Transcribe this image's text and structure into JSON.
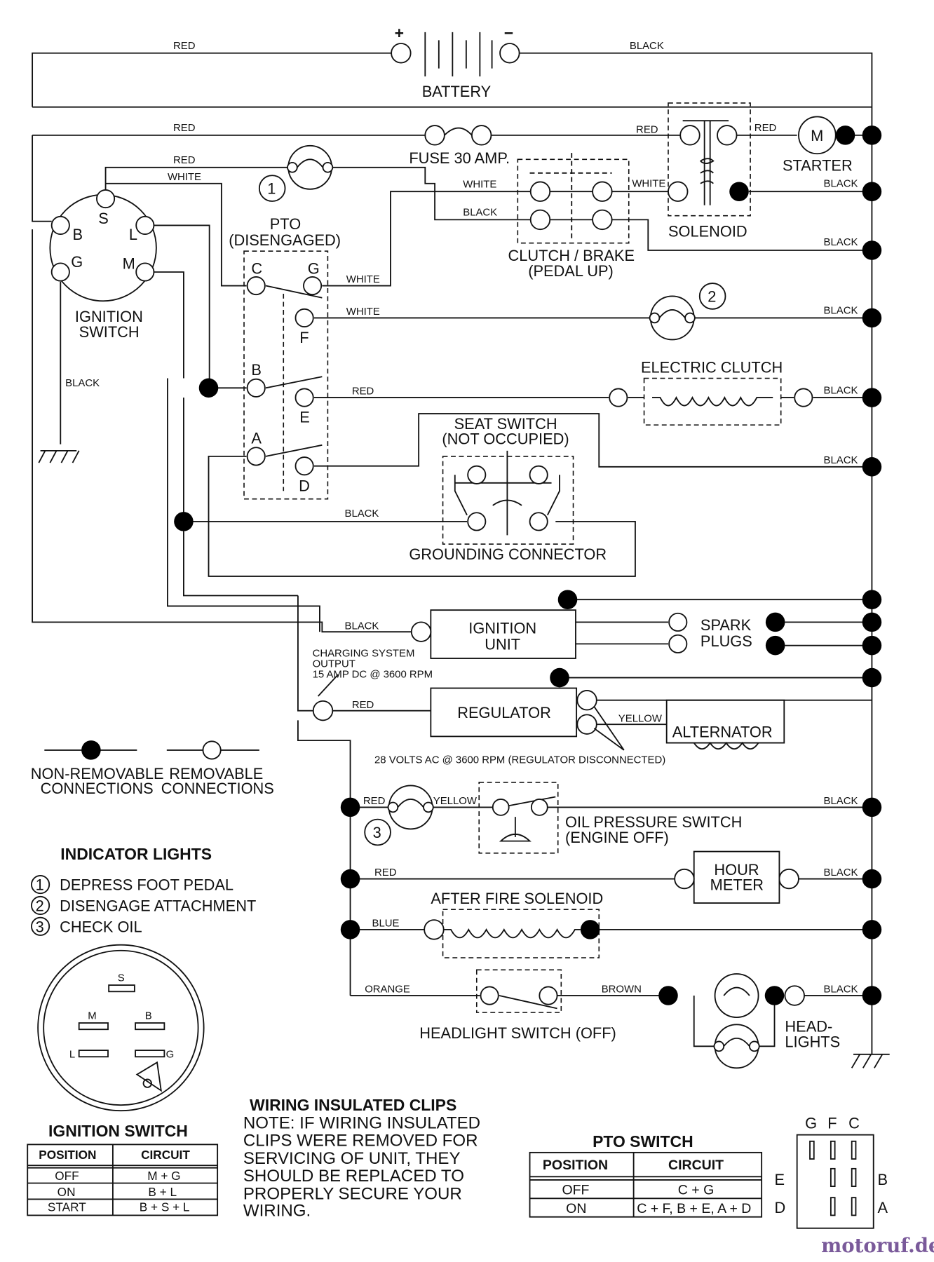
{
  "components": {
    "battery": "BATTERY",
    "battery_plus": "+",
    "battery_minus": "−",
    "fuse": "FUSE 30 AMP.",
    "starter": "STARTER",
    "starter_motor": "M",
    "solenoid": "SOLENOID",
    "clutch_brake": [
      "CLUTCH / BRAKE",
      "(PEDAL UP)"
    ],
    "pto": [
      "PTO",
      "(DISENGAGED)"
    ],
    "ignition_switch": [
      "IGNITION",
      "SWITCH"
    ],
    "electric_clutch": "ELECTRIC CLUTCH",
    "seat_switch": [
      "SEAT SWITCH",
      "(NOT OCCUPIED)"
    ],
    "grounding_connector": "GROUNDING CONNECTOR",
    "ignition_unit": [
      "IGNITION",
      "UNIT"
    ],
    "spark_plugs": [
      "SPARK",
      "PLUGS"
    ],
    "regulator": "REGULATOR",
    "alternator": "ALTERNATOR",
    "charging_output": [
      "CHARGING SYSTEM",
      "OUTPUT",
      "15 AMP DC @ 3600 RPM"
    ],
    "ac_note": "28 VOLTS AC @ 3600 RPM (REGULATOR DISCONNECTED)",
    "oil_pressure": [
      "OIL PRESSURE SWITCH",
      "(ENGINE OFF)"
    ],
    "hour_meter": [
      "HOUR",
      "METER"
    ],
    "after_fire": "AFTER FIRE SOLENOID",
    "headlight_switch": "HEADLIGHT SWITCH (OFF)",
    "headlights": [
      "HEAD-",
      "LIGHTS"
    ]
  },
  "ignition_terminals": [
    "S",
    "B",
    "L",
    "G",
    "M"
  ],
  "pto_terminals": [
    "C",
    "G",
    "F",
    "B",
    "E",
    "A",
    "D"
  ],
  "indicator_numbers": [
    "1",
    "2",
    "3"
  ],
  "wire_colors": {
    "red": "RED",
    "black": "BLACK",
    "white": "WHITE",
    "yellow": "YELLOW",
    "blue": "BLUE",
    "orange": "ORANGE",
    "brown": "BROWN"
  },
  "legend": {
    "non_removable": [
      "NON-REMOVABLE",
      "CONNECTIONS"
    ],
    "removable": [
      "REMOVABLE",
      "CONNECTIONS"
    ]
  },
  "indicator_lights": {
    "title": "INDICATOR LIGHTS",
    "items": [
      {
        "num": "1",
        "label": "DEPRESS FOOT PEDAL"
      },
      {
        "num": "2",
        "label": "DISENGAGE ATTACHMENT"
      },
      {
        "num": "3",
        "label": "CHECK OIL"
      }
    ]
  },
  "switch_face_labels": [
    "S",
    "M",
    "B",
    "L",
    "G"
  ],
  "ignition_table": {
    "title": "IGNITION SWITCH",
    "headers": [
      "POSITION",
      "CIRCUIT"
    ],
    "rows": [
      [
        "OFF",
        "M + G"
      ],
      [
        "ON",
        "B + L"
      ],
      [
        "START",
        "B + S + L"
      ]
    ]
  },
  "clips_note": {
    "title": "WIRING INSULATED CLIPS",
    "lines": [
      "NOTE: IF WIRING INSULATED",
      "CLIPS WERE REMOVED FOR",
      "SERVICING OF UNIT, THEY",
      "SHOULD BE REPLACED TO",
      "PROPERLY SECURE YOUR",
      "WIRING."
    ]
  },
  "pto_table": {
    "title": "PTO SWITCH",
    "headers": [
      "POSITION",
      "CIRCUIT"
    ],
    "rows": [
      [
        "OFF",
        "C + G"
      ],
      [
        "ON",
        "C + F, B + E, A + D"
      ]
    ]
  },
  "pto_face": {
    "top": [
      "G",
      "F",
      "C"
    ],
    "left": [
      "E",
      "D"
    ],
    "right": [
      "B",
      "A"
    ]
  },
  "watermark": "motoruf.de"
}
